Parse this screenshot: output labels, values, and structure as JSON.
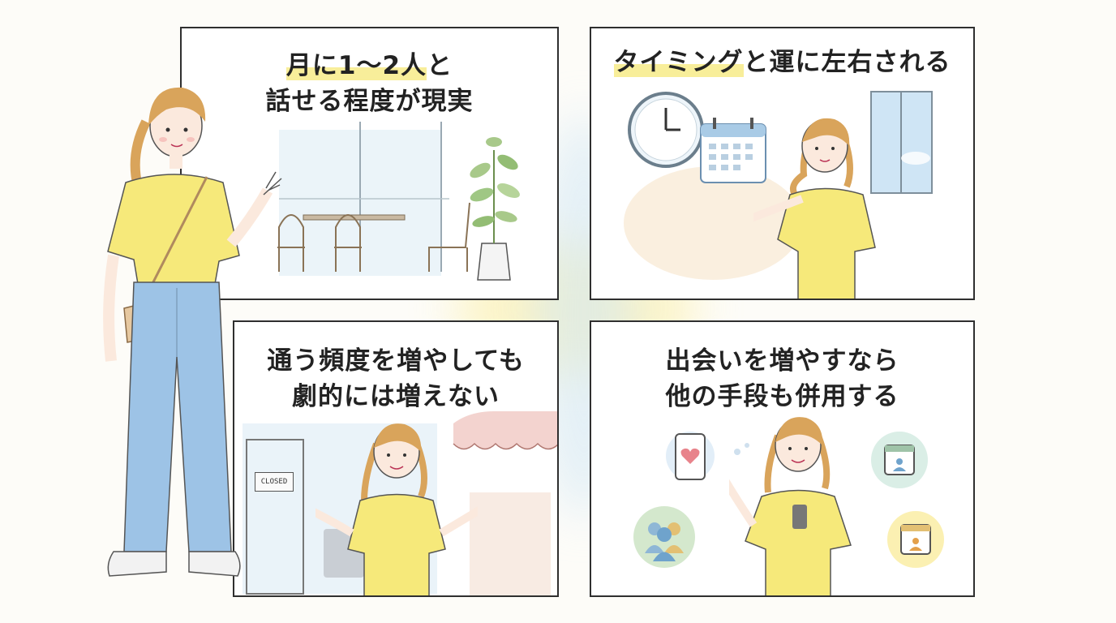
{
  "panels": [
    {
      "id": "top-left",
      "caption_line1_highlight": "月に1〜2人",
      "caption_line1_rest": "と",
      "caption_line2": "話せる程度が現実"
    },
    {
      "id": "top-right",
      "caption_highlight": "タイミング",
      "caption_rest": "と運に左右される"
    },
    {
      "id": "bottom-left",
      "caption_line1": "通う頻度を増やしても",
      "caption_line2": "劇的には増えない",
      "sign_text": "CLOSED"
    },
    {
      "id": "bottom-right",
      "caption_line1": "出会いを増やすなら",
      "caption_line2": "他の手段も併用する"
    }
  ],
  "colors": {
    "highlight": "#f8ee9a",
    "shirt": "#f6e97a",
    "jeans": "#9dc3e6",
    "hair": "#d9a45b",
    "line": "#2f2f2f"
  },
  "icons": [
    "clock-icon",
    "calendar-icon",
    "window-icon",
    "smartphone-heart-icon",
    "group-people-icon",
    "calendar-person-icon",
    "plant-icon",
    "cafe-chair-icon",
    "awning-icon"
  ]
}
